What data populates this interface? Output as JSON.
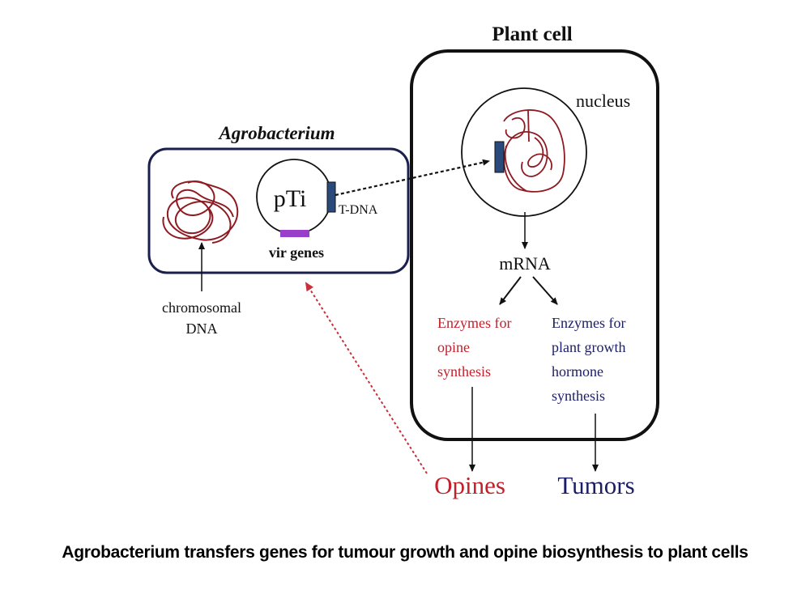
{
  "diagram": {
    "agrobacterium": {
      "title": "Agrobacterium",
      "plasmid_label": "pTi",
      "tdna_label": "T-DNA",
      "vir_label": "vir genes",
      "chromosome_label_line1": "chromosomal",
      "chromosome_label_line2": "DNA"
    },
    "plant_cell": {
      "title": "Plant cell",
      "nucleus_label": "nucleus",
      "mrna_label": "mRNA",
      "opine_enzymes": [
        "Enzymes for",
        "opine",
        "synthesis"
      ],
      "hormone_enzymes": [
        "Enzymes for",
        "plant growth",
        "hormone",
        "synthesis"
      ]
    },
    "outputs": {
      "opines": "Opines",
      "tumors": "Tumors"
    },
    "colors": {
      "outline": "#111111",
      "agro_box": "#1a1f4d",
      "dna_red": "#8e1b22",
      "tdna_blue": "#2b4a7c",
      "vir_purple": "#9a3fc9",
      "red_text": "#c2202b",
      "navy_text": "#1b1d66",
      "red_arrow": "#c8303a"
    }
  },
  "caption": "Agrobacterium transfers genes for tumour growth and opine biosynthesis to plant cells"
}
